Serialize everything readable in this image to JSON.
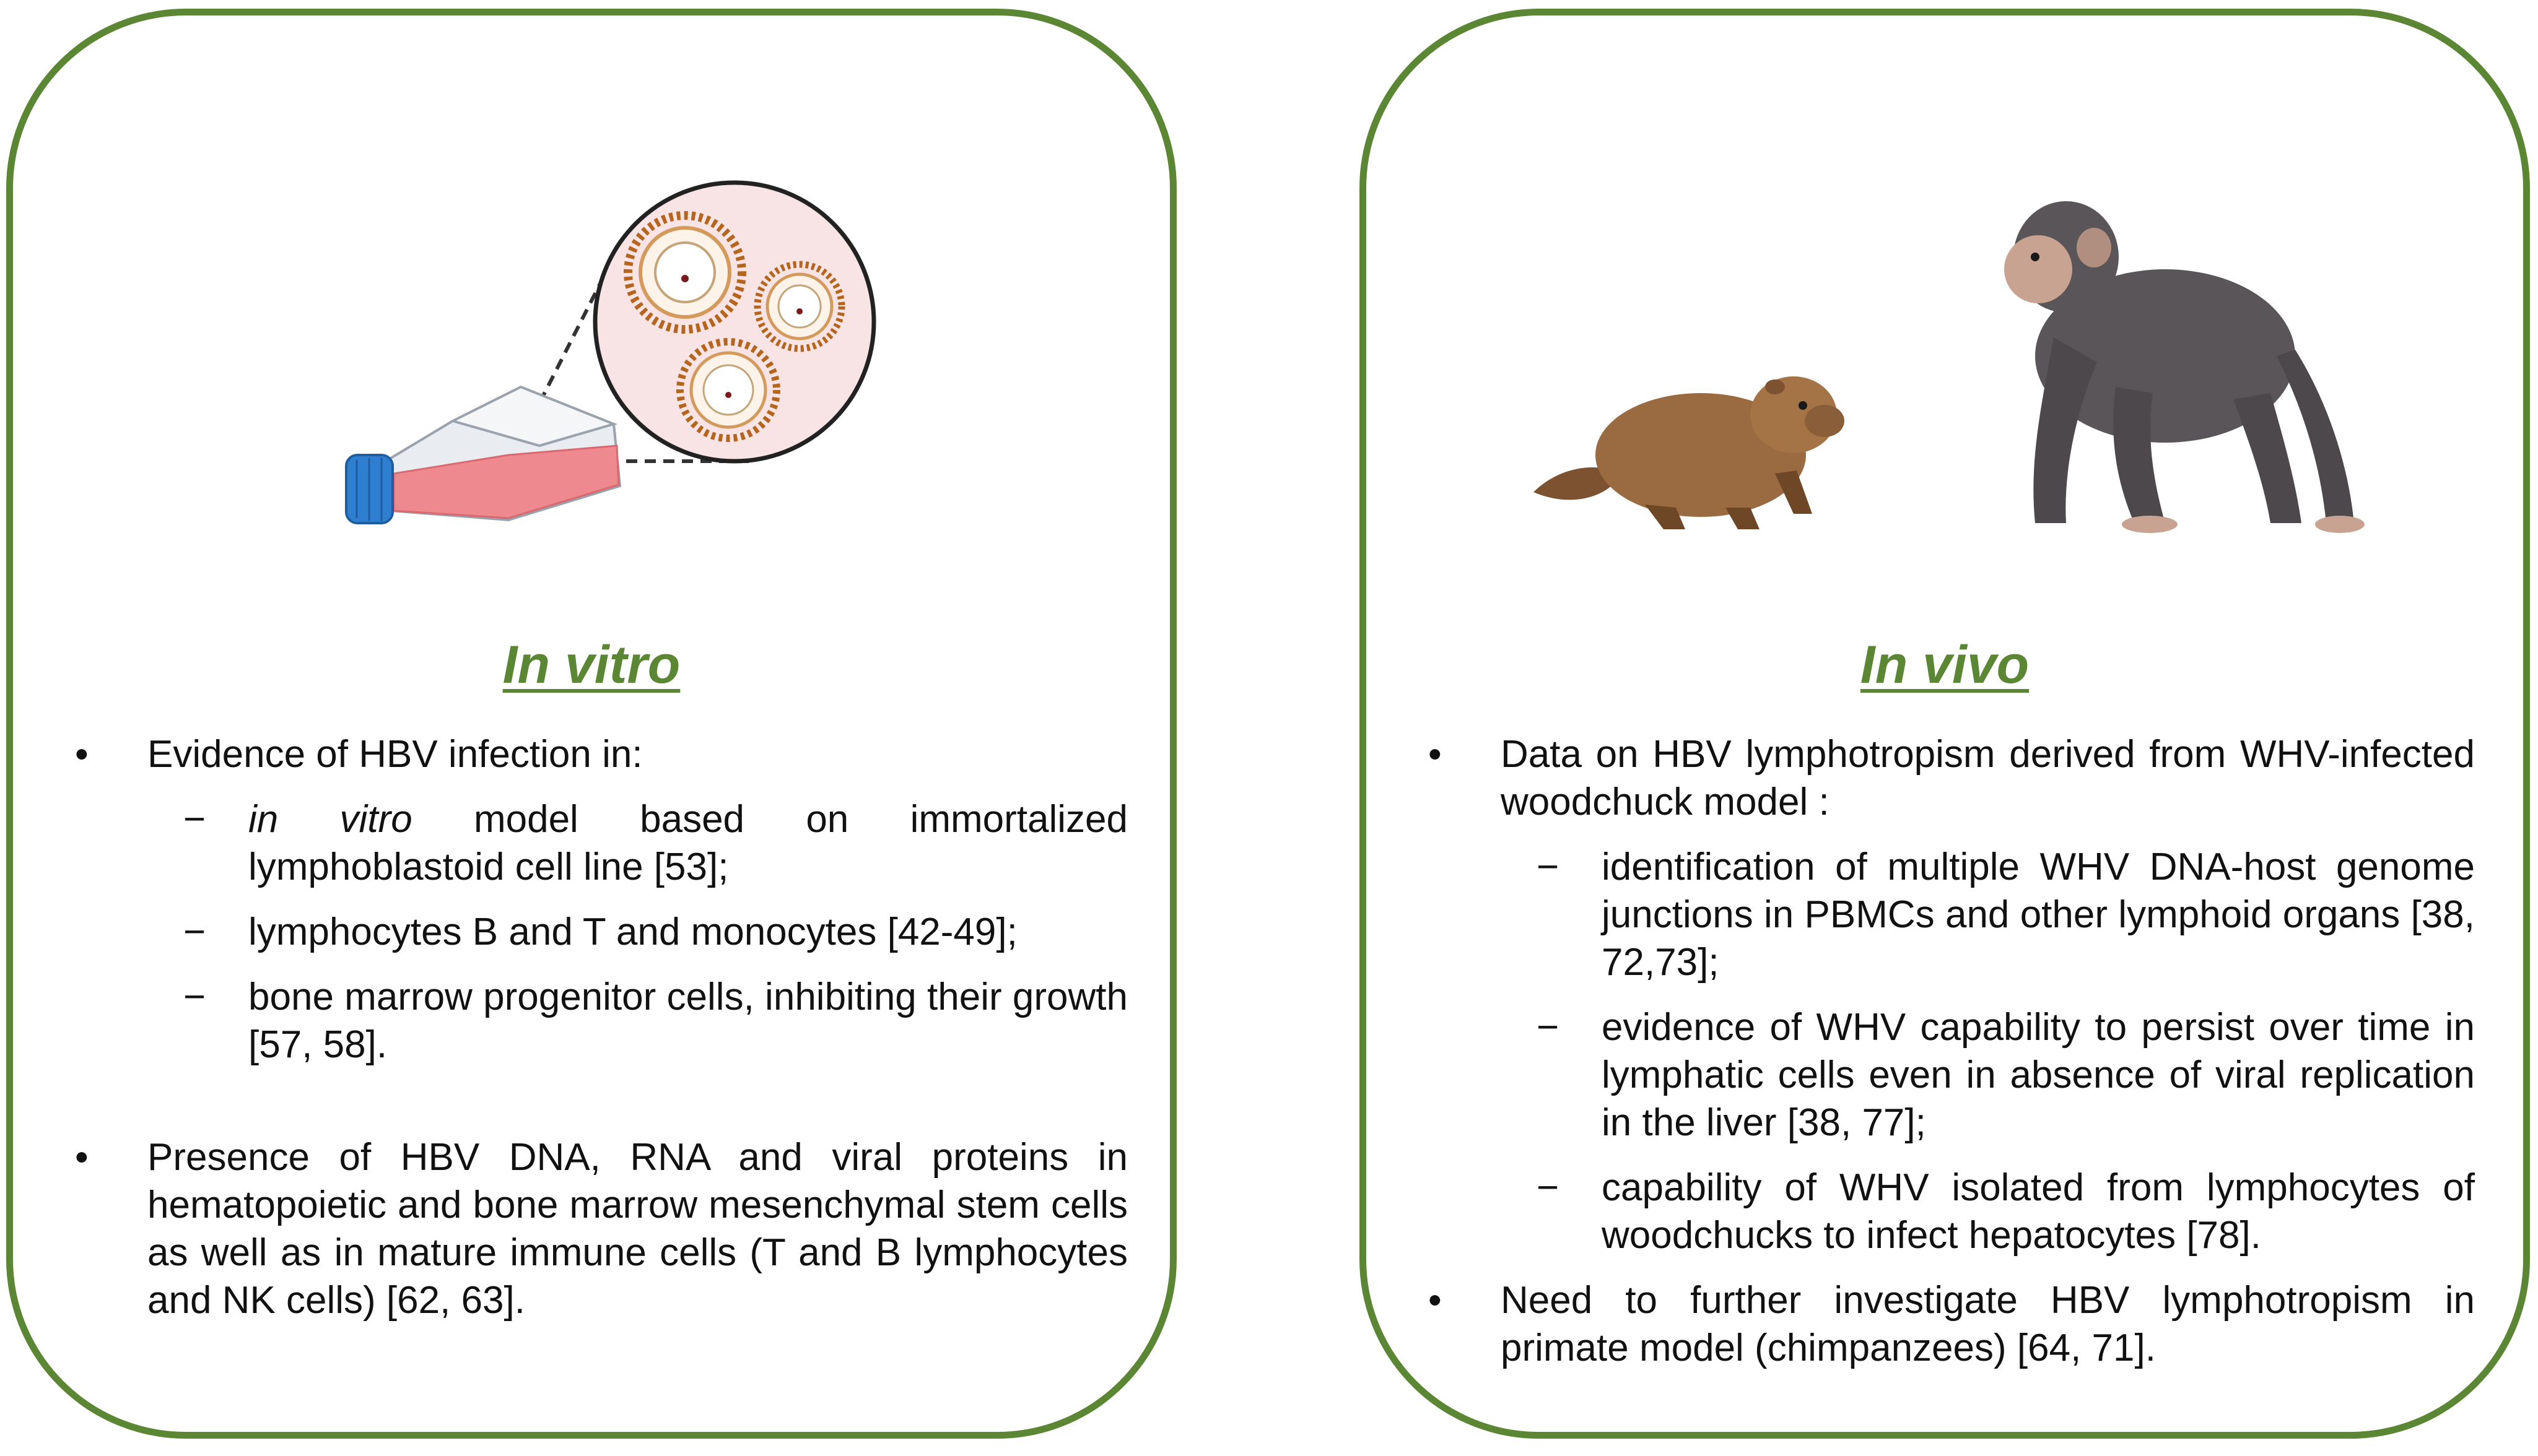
{
  "left": {
    "title": "In vitro",
    "bullet1": {
      "marker": "•",
      "text": "Evidence of HBV infection in:",
      "subs": [
        {
          "marker": "−",
          "italic": "in vitro",
          "text": " model based on immortalized lymphoblastoid cell line [53];"
        },
        {
          "marker": "−",
          "text": "lymphocytes B and T and monocytes [42-49];"
        },
        {
          "marker": "−",
          "text": "bone marrow progenitor cells, inhibiting their growth [57, 58]."
        }
      ]
    },
    "bullet2": {
      "marker": "•",
      "text": "Presence of HBV DNA, RNA and viral proteins in hematopoietic and bone marrow mesenchymal stem cells as well as in mature immune cells (T and B lymphocytes and NK cells) [62, 63]."
    }
  },
  "right": {
    "title": "In vivo",
    "bullet1": {
      "marker": "•",
      "text": "Data on HBV lymphotropism derived from WHV-infected woodchuck model :",
      "subs": [
        {
          "marker": "−",
          "text": "identification of multiple WHV DNA-host genome junctions in PBMCs and other lymphoid organs [38, 72,73];"
        },
        {
          "marker": "−",
          "text": "evidence of WHV capability to persist over time in lymphatic cells even in absence of viral replication in the liver [38, 77];"
        },
        {
          "marker": "−",
          "text": "capability of WHV isolated from lymphocytes of woodchucks to infect hepatocytes [78]."
        }
      ]
    },
    "bullet2": {
      "marker": "•",
      "text": "Need to further investigate HBV lymphotropism in primate model (chimpanzees) [64, 71]."
    }
  },
  "colors": {
    "border": "#5b8734",
    "title": "#5b8734",
    "flask_cap": "#2f7fd0",
    "flask_medium": "#ee8a8f",
    "magnifier_bg": "#f8e4e4",
    "woodchuck": "#9a6a40",
    "chimpanzee": "#5a5558"
  },
  "icons": [
    "cell-culture-flask-icon",
    "virus-magnifier-icon",
    "woodchuck-icon",
    "chimpanzee-icon"
  ]
}
